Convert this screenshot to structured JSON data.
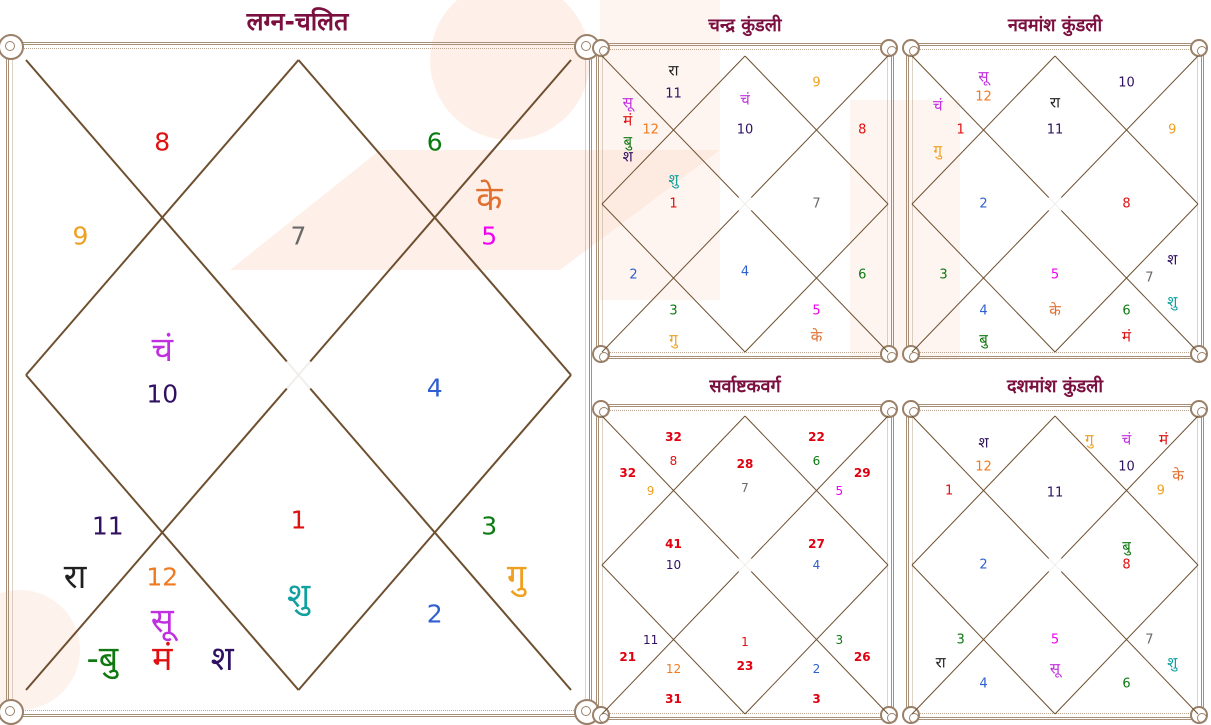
{
  "colors": {
    "title": "#7b1040",
    "line": "#6e5030",
    "watermark": "#fde3d6",
    "h1": "#e01010",
    "h2": "#2f5fd0",
    "h3": "#0a7a10",
    "h4": "#2f5fd0",
    "h5": "#f000f0",
    "h6": "#0a7a10",
    "h7": "#6a6a6a",
    "h8": "#e01010",
    "h9": "#f0a020",
    "h10": "#301060",
    "h11": "#301060",
    "h12": "#f07a20",
    "su": "#c030e0",
    "cha": "#c030e0",
    "ma": "#e01010",
    "bu": "#107810",
    "gu": "#f0a020",
    "shu": "#10a0a0",
    "sha": "#301060",
    "ra": "#202020",
    "ke": "#e07030",
    "score": "#e00010"
  },
  "charts": [
    {
      "id": "lagna-chalit",
      "title": "लग्न-चलित",
      "items": [
        {
          "t": "8",
          "c": "h8",
          "p": [
            0.25,
            0.13
          ]
        },
        {
          "t": "6",
          "c": "h6",
          "p": [
            0.75,
            0.13
          ]
        },
        {
          "t": "9",
          "c": "h9",
          "p": [
            0.1,
            0.28
          ]
        },
        {
          "t": "7",
          "c": "h7",
          "p": [
            0.5,
            0.28
          ]
        },
        {
          "t": "5",
          "c": "h5",
          "p": [
            0.85,
            0.28
          ]
        },
        {
          "t": "के",
          "c": "ke",
          "p": [
            0.85,
            0.22
          ]
        },
        {
          "t": "चं",
          "c": "cha",
          "p": [
            0.25,
            0.46
          ]
        },
        {
          "t": "10",
          "c": "h10",
          "p": [
            0.25,
            0.53
          ]
        },
        {
          "t": "4",
          "c": "h4",
          "p": [
            0.75,
            0.52
          ]
        },
        {
          "t": "11",
          "c": "h11",
          "p": [
            0.15,
            0.74
          ]
        },
        {
          "t": "1",
          "c": "h1",
          "p": [
            0.5,
            0.73
          ]
        },
        {
          "t": "3",
          "c": "h3",
          "p": [
            0.85,
            0.74
          ]
        },
        {
          "t": "रा",
          "c": "ra",
          "p": [
            0.09,
            0.82
          ]
        },
        {
          "t": "12",
          "c": "h12",
          "p": [
            0.25,
            0.82
          ]
        },
        {
          "t": "शु",
          "c": "shu",
          "p": [
            0.5,
            0.85
          ]
        },
        {
          "t": "गु",
          "c": "gu",
          "p": [
            0.9,
            0.82
          ]
        },
        {
          "t": "सू",
          "c": "su",
          "p": [
            0.25,
            0.89
          ]
        },
        {
          "t": "2",
          "c": "h2",
          "p": [
            0.75,
            0.88
          ]
        },
        {
          "t": "-बु",
          "c": "bu",
          "p": [
            0.14,
            0.95
          ]
        },
        {
          "t": "मं",
          "c": "ma",
          "p": [
            0.25,
            0.95
          ]
        },
        {
          "t": "श",
          "c": "sha",
          "p": [
            0.36,
            0.95
          ]
        }
      ]
    },
    {
      "id": "chandra-kundali",
      "title": "चन्द्र कुंडली",
      "items": [
        {
          "t": "रा",
          "c": "ra",
          "p": [
            0.25,
            0.05
          ]
        },
        {
          "t": "11",
          "c": "h11",
          "p": [
            0.25,
            0.13
          ]
        },
        {
          "t": "चं",
          "c": "cha",
          "p": [
            0.5,
            0.15
          ]
        },
        {
          "t": "9",
          "c": "h9",
          "p": [
            0.75,
            0.09
          ]
        },
        {
          "t": "सू",
          "c": "su",
          "p": [
            0.09,
            0.16
          ]
        },
        {
          "t": "मं",
          "c": "ma",
          "p": [
            0.09,
            0.22
          ]
        },
        {
          "t": "12",
          "c": "h12",
          "p": [
            0.17,
            0.25
          ]
        },
        {
          "t": "10",
          "c": "h10",
          "p": [
            0.5,
            0.25
          ]
        },
        {
          "t": "8",
          "c": "h8",
          "p": [
            0.91,
            0.25
          ]
        },
        {
          "t": "बु",
          "c": "bu",
          "p": [
            0.09,
            0.29
          ]
        },
        {
          "t": "श",
          "c": "sha",
          "p": [
            0.09,
            0.34
          ]
        },
        {
          "t": "शु",
          "c": "shu",
          "p": [
            0.25,
            0.42
          ]
        },
        {
          "t": "1",
          "c": "h1",
          "p": [
            0.25,
            0.5
          ]
        },
        {
          "t": "7",
          "c": "h7",
          "p": [
            0.75,
            0.5
          ]
        },
        {
          "t": "4",
          "c": "h4",
          "p": [
            0.5,
            0.73
          ]
        },
        {
          "t": "2",
          "c": "h2",
          "p": [
            0.11,
            0.74
          ]
        },
        {
          "t": "6",
          "c": "h6",
          "p": [
            0.91,
            0.74
          ]
        },
        {
          "t": "3",
          "c": "h3",
          "p": [
            0.25,
            0.86
          ]
        },
        {
          "t": "5",
          "c": "h5",
          "p": [
            0.75,
            0.86
          ]
        },
        {
          "t": "गु",
          "c": "gu",
          "p": [
            0.25,
            0.96
          ]
        },
        {
          "t": "के",
          "c": "ke",
          "p": [
            0.75,
            0.95
          ]
        }
      ]
    },
    {
      "id": "navamsha-kundali",
      "title": "नवमांश कुंडली",
      "items": [
        {
          "t": "सू",
          "c": "su",
          "p": [
            0.25,
            0.07
          ]
        },
        {
          "t": "12",
          "c": "h12",
          "p": [
            0.25,
            0.14
          ]
        },
        {
          "t": "रा",
          "c": "ra",
          "p": [
            0.5,
            0.16
          ]
        },
        {
          "t": "10",
          "c": "h10",
          "p": [
            0.75,
            0.09
          ]
        },
        {
          "t": "चं",
          "c": "cha",
          "p": [
            0.09,
            0.17
          ]
        },
        {
          "t": "1",
          "c": "h1",
          "p": [
            0.17,
            0.25
          ]
        },
        {
          "t": "11",
          "c": "h11",
          "p": [
            0.5,
            0.25
          ]
        },
        {
          "t": "9",
          "c": "h9",
          "p": [
            0.91,
            0.25
          ]
        },
        {
          "t": "गु",
          "c": "gu",
          "p": [
            0.09,
            0.32
          ]
        },
        {
          "t": "2",
          "c": "h2",
          "p": [
            0.25,
            0.5
          ]
        },
        {
          "t": "8",
          "c": "h8",
          "p": [
            0.75,
            0.5
          ]
        },
        {
          "t": "श",
          "c": "sha",
          "p": [
            0.91,
            0.69
          ]
        },
        {
          "t": "3",
          "c": "h3",
          "p": [
            0.11,
            0.74
          ]
        },
        {
          "t": "5",
          "c": "h5",
          "p": [
            0.5,
            0.74
          ]
        },
        {
          "t": "7",
          "c": "h7",
          "p": [
            0.83,
            0.75
          ]
        },
        {
          "t": "शु",
          "c": "shu",
          "p": [
            0.91,
            0.83
          ]
        },
        {
          "t": "4",
          "c": "h4",
          "p": [
            0.25,
            0.86
          ]
        },
        {
          "t": "के",
          "c": "ke",
          "p": [
            0.5,
            0.86
          ]
        },
        {
          "t": "6",
          "c": "h6",
          "p": [
            0.75,
            0.86
          ]
        },
        {
          "t": "बु",
          "c": "bu",
          "p": [
            0.25,
            0.96
          ]
        },
        {
          "t": "मं",
          "c": "ma",
          "p": [
            0.75,
            0.95
          ]
        }
      ]
    },
    {
      "id": "sarvashtakavarga",
      "title": "सर्वाष्टकवर्ग",
      "items": [
        {
          "t": "32",
          "c": "score",
          "p": [
            0.25,
            0.07
          ],
          "b": true
        },
        {
          "t": "22",
          "c": "score",
          "p": [
            0.75,
            0.07
          ],
          "b": true
        },
        {
          "t": "8",
          "c": "h8",
          "p": [
            0.25,
            0.15
          ]
        },
        {
          "t": "28",
          "c": "score",
          "p": [
            0.5,
            0.16
          ],
          "b": true
        },
        {
          "t": "6",
          "c": "h6",
          "p": [
            0.75,
            0.15
          ]
        },
        {
          "t": "32",
          "c": "score",
          "p": [
            0.09,
            0.19
          ],
          "b": true
        },
        {
          "t": "29",
          "c": "score",
          "p": [
            0.91,
            0.19
          ],
          "b": true
        },
        {
          "t": "7",
          "c": "h7",
          "p": [
            0.5,
            0.24
          ]
        },
        {
          "t": "9",
          "c": "h9",
          "p": [
            0.17,
            0.25
          ]
        },
        {
          "t": "5",
          "c": "h5",
          "p": [
            0.83,
            0.25
          ]
        },
        {
          "t": "41",
          "c": "score",
          "p": [
            0.25,
            0.43
          ],
          "b": true
        },
        {
          "t": "27",
          "c": "score",
          "p": [
            0.75,
            0.43
          ],
          "b": true
        },
        {
          "t": "10",
          "c": "h10",
          "p": [
            0.25,
            0.5
          ]
        },
        {
          "t": "4",
          "c": "h4",
          "p": [
            0.75,
            0.5
          ]
        },
        {
          "t": "11",
          "c": "h11",
          "p": [
            0.17,
            0.75
          ]
        },
        {
          "t": "1",
          "c": "h1",
          "p": [
            0.5,
            0.76
          ]
        },
        {
          "t": "3",
          "c": "h3",
          "p": [
            0.83,
            0.75
          ]
        },
        {
          "t": "21",
          "c": "score",
          "p": [
            0.09,
            0.81
          ],
          "b": true
        },
        {
          "t": "26",
          "c": "score",
          "p": [
            0.91,
            0.81
          ],
          "b": true
        },
        {
          "t": "12",
          "c": "h12",
          "p": [
            0.25,
            0.85
          ]
        },
        {
          "t": "23",
          "c": "score",
          "p": [
            0.5,
            0.84
          ],
          "b": true
        },
        {
          "t": "2",
          "c": "h2",
          "p": [
            0.75,
            0.85
          ]
        },
        {
          "t": "31",
          "c": "score",
          "p": [
            0.25,
            0.95
          ],
          "b": true
        },
        {
          "t": "3",
          "c": "score",
          "p": [
            0.75,
            0.95
          ],
          "b": true
        }
      ]
    },
    {
      "id": "dashamsha-kundali",
      "title": "दशमांश कुंडली",
      "items": [
        {
          "t": "श",
          "c": "sha",
          "p": [
            0.25,
            0.09
          ]
        },
        {
          "t": "गु",
          "c": "gu",
          "p": [
            0.62,
            0.08
          ]
        },
        {
          "t": "चं",
          "c": "cha",
          "p": [
            0.75,
            0.08
          ]
        },
        {
          "t": "मं",
          "c": "ma",
          "p": [
            0.88,
            0.08
          ]
        },
        {
          "t": "12",
          "c": "h12",
          "p": [
            0.25,
            0.17
          ]
        },
        {
          "t": "10",
          "c": "h10",
          "p": [
            0.75,
            0.17
          ]
        },
        {
          "t": "के",
          "c": "ke",
          "p": [
            0.93,
            0.2
          ]
        },
        {
          "t": "1",
          "c": "h1",
          "p": [
            0.13,
            0.25
          ]
        },
        {
          "t": "11",
          "c": "h11",
          "p": [
            0.5,
            0.26
          ]
        },
        {
          "t": "9",
          "c": "h9",
          "p": [
            0.87,
            0.25
          ]
        },
        {
          "t": "बु",
          "c": "bu",
          "p": [
            0.75,
            0.44
          ]
        },
        {
          "t": "8",
          "c": "h8",
          "p": [
            0.75,
            0.5
          ]
        },
        {
          "t": "2",
          "c": "h2",
          "p": [
            0.25,
            0.5
          ]
        },
        {
          "t": "3",
          "c": "h3",
          "p": [
            0.17,
            0.75
          ]
        },
        {
          "t": "5",
          "c": "h5",
          "p": [
            0.5,
            0.75
          ]
        },
        {
          "t": "7",
          "c": "h7",
          "p": [
            0.83,
            0.75
          ]
        },
        {
          "t": "रा",
          "c": "ra",
          "p": [
            0.1,
            0.83
          ]
        },
        {
          "t": "सू",
          "c": "su",
          "p": [
            0.5,
            0.85
          ]
        },
        {
          "t": "शु",
          "c": "shu",
          "p": [
            0.91,
            0.83
          ]
        },
        {
          "t": "4",
          "c": "h4",
          "p": [
            0.25,
            0.9
          ]
        },
        {
          "t": "6",
          "c": "h6",
          "p": [
            0.75,
            0.9
          ]
        }
      ]
    }
  ]
}
